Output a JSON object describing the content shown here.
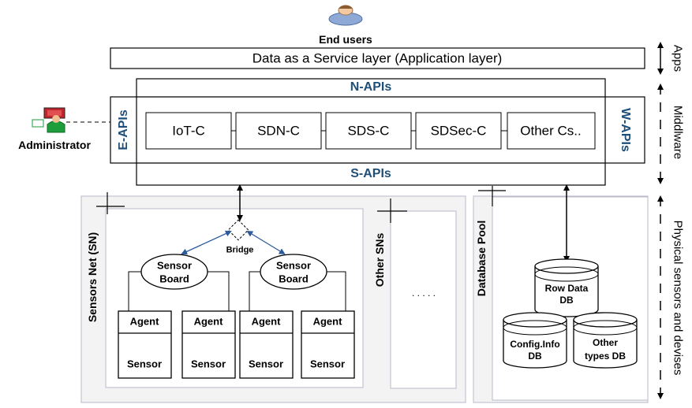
{
  "top": {
    "end_users": "End users",
    "app_layer": "Data as a Service layer (Application layer)"
  },
  "middleware": {
    "north_api": "N-APIs",
    "south_api": "S-APIs",
    "east_api": "E-APIs",
    "west_api": "W-APIs",
    "controllers": [
      "IoT-C",
      "SDN-C",
      "SDS-C",
      "SDSec-C",
      "Other Cs.."
    ]
  },
  "admin": {
    "label": "Administrator"
  },
  "sensor_net": {
    "title": "Sensors Net (SN)",
    "bridge": "Bridge",
    "boards": [
      {
        "line1": "Sensor",
        "line2": "Board"
      },
      {
        "line1": "Sensor",
        "line2": "Board"
      }
    ],
    "agent_label": "Agent",
    "sensor_label": "Sensor"
  },
  "other_sns": {
    "title": "Other SNs",
    "dots": ". . . . ."
  },
  "database_pool": {
    "title": "Database Pool",
    "row_db": {
      "line1": "Row Data",
      "line2": "DB"
    },
    "config_db": {
      "line1": "Config.Info",
      "line2": "DB"
    },
    "other_db": {
      "line1": "Other",
      "line2": "types DB"
    }
  },
  "right_labels": {
    "apps": "Apps",
    "middleware": "Middlware",
    "physical": "Physical sensors and devises"
  },
  "colors": {
    "blue_label": "#1f4e79",
    "api_arrow": "#2e5a9c",
    "admin_green": "#1e9e3a",
    "admin_red": "#c0262c"
  }
}
